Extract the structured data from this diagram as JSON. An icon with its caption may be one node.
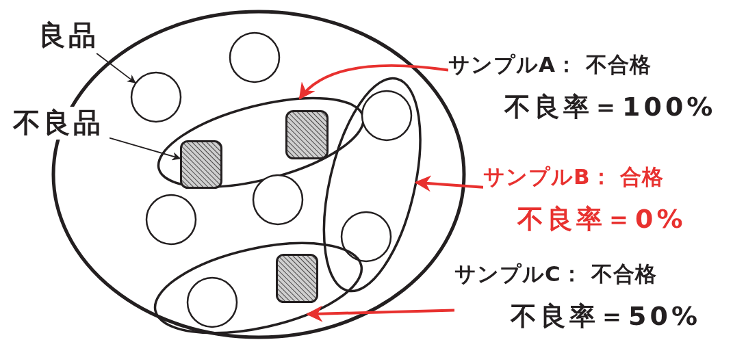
{
  "diagram": {
    "nodes": [
      {
        "text": [],
        "shape": "ellipse"
      },
      {
        "text": [
          "良品"
        ]
      },
      {
        "text": [
          "不良品"
        ]
      },
      {
        "text": [],
        "shape": "ellipse",
        "in": 0
      },
      {
        "text": [],
        "shape": "ellipse",
        "in": 0
      },
      {
        "text": [],
        "shape": "ellipse",
        "in": 0
      },
      {
        "text": [],
        "shape": "circle",
        "in": 0
      },
      {
        "text": [],
        "shape": "circle",
        "in": 0
      },
      {
        "text": [],
        "shape": "circle",
        "in": 4
      },
      {
        "text": [],
        "shape": "box",
        "in": 3
      },
      {
        "text": [],
        "shape": "box",
        "in": 3
      },
      {
        "text": [],
        "shape": "circle",
        "in": 0
      },
      {
        "text": [],
        "shape": "circle",
        "in": 0
      },
      {
        "text": [],
        "shape": "circle",
        "in": 4
      },
      {
        "text": [],
        "shape": "box",
        "in": 5
      },
      {
        "text": [],
        "shape": "circle",
        "in": 5
      },
      {
        "text": [
          "サンプルA： 不合格",
          "不良率＝100%"
        ]
      },
      {
        "text": [
          "サンプルB： 合格",
          "不良率＝0%"
        ]
      },
      {
        "text": [
          "サンプルC： 不合格",
          "不良率＝50%"
        ]
      }
    ],
    "edges": [
      {
        "from": 1,
        "to": 7,
        "arrow": "to",
        "color": "#231f20"
      },
      {
        "from": 2,
        "to": 10,
        "arrow": "to",
        "color": "#231f20"
      },
      {
        "from": 16,
        "to": 3,
        "arrow": "to"
      },
      {
        "from": 17,
        "to": 4,
        "arrow": "to"
      },
      {
        "from": 18,
        "to": 5,
        "arrow": "to"
      }
    ]
  }
}
